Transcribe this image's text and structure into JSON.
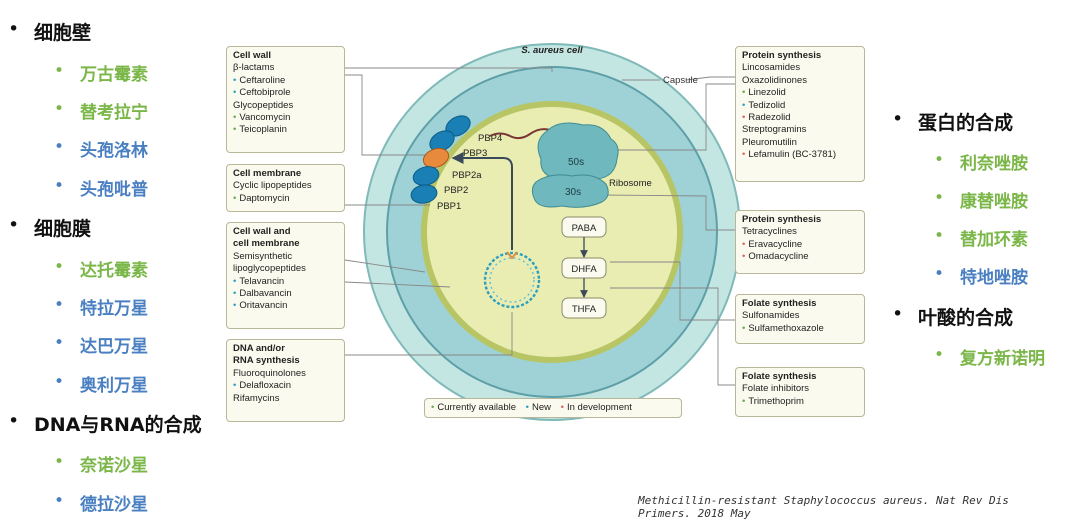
{
  "left_list": {
    "cell_wall": {
      "title": "细胞壁",
      "items": [
        {
          "label": "万古霉素",
          "tone": "green"
        },
        {
          "label": "替考拉宁",
          "tone": "green"
        },
        {
          "label": "头孢洛林",
          "tone": "blue"
        },
        {
          "label": "头孢吡普",
          "tone": "blue"
        }
      ]
    },
    "cell_membrane": {
      "title": "细胞膜",
      "items": [
        {
          "label": "达托霉素",
          "tone": "green"
        },
        {
          "label": "特拉万星",
          "tone": "blue"
        },
        {
          "label": "达巴万星",
          "tone": "blue"
        },
        {
          "label": "奥利万星",
          "tone": "blue"
        }
      ]
    },
    "dna_rna": {
      "title": "DNA与RNA的合成",
      "items": [
        {
          "label": "奈诺沙星",
          "tone": "green"
        },
        {
          "label": "德拉沙星",
          "tone": "blue"
        }
      ]
    }
  },
  "right_list": {
    "protein": {
      "title": "蛋白的合成",
      "items": [
        {
          "label": "利奈唑胺",
          "tone": "green"
        },
        {
          "label": "康替唑胺",
          "tone": "green"
        },
        {
          "label": "替加环素",
          "tone": "green"
        },
        {
          "label": "特地唑胺",
          "tone": "blue"
        }
      ]
    },
    "folate": {
      "title": "叶酸的合成",
      "items": [
        {
          "label": "复方新诺明",
          "tone": "green"
        }
      ]
    }
  },
  "diagram": {
    "cell_title": "S. aureus cell",
    "capsule_label": "Capsule",
    "pbp": {
      "pbp4": "PBP4",
      "pbp3": "PBP3",
      "pbp2a": "PBP2a",
      "pbp2": "PBP2",
      "pbp1": "PBP1"
    },
    "ribosome": {
      "large": "50s",
      "small": "30s",
      "label": "Ribosome"
    },
    "folate_path": {
      "paba": "PABA",
      "dhfa": "DHFA",
      "thfa": "THFA"
    },
    "legend": {
      "current": "Currently available",
      "new": "New",
      "development": "In development"
    },
    "colors": {
      "current": "#6aa84f",
      "new": "#2aa0c0",
      "development": "#e06060",
      "cytoplasm": "#e9edb2",
      "wall": "#9ed2d6",
      "capsule": "#c4e6e3"
    },
    "boxes": {
      "cell_wall": {
        "title": "Cell wall",
        "beta_lactams": "β-lactams",
        "ceftaroline": "Ceftaroline",
        "ceftobiprole": "Ceftobiprole",
        "glycopeptides": "Glycopeptides",
        "vancomycin": "Vancomycin",
        "teicoplanin": "Teicoplanin"
      },
      "cell_membrane": {
        "title": "Cell membrane",
        "cyclic_lipopeptides": "Cyclic lipopeptides",
        "daptomycin": "Daptomycin"
      },
      "wall_and_membrane": {
        "title_line1": "Cell wall and",
        "title_line2": "cell membrane",
        "semisynthetic": "Semisynthetic",
        "lipoglycopeptides": "lipoglycopeptides",
        "telavancin": "Telavancin",
        "dalbavancin": "Dalbavancin",
        "oritavancin": "Oritavancin"
      },
      "dna_rna": {
        "title_line1": "DNA and/or",
        "title_line2": "RNA synthesis",
        "fluoroquinolones": "Fluoroquinolones",
        "delafloxacin": "Delafloxacin",
        "rifamycins": "Rifamycins"
      },
      "protein_1": {
        "title": "Protein synthesis",
        "lincosamides": "Lincosamides",
        "oxazolidinones": "Oxazolidinones",
        "linezolid": "Linezolid",
        "tedizolid": "Tedizolid",
        "radezolid": "Radezolid",
        "streptogramins": "Streptogramins",
        "pleuromutilin": "Pleuromutilin",
        "lefamulin": "Lefamulin (BC-3781)"
      },
      "protein_2": {
        "title": "Protein synthesis",
        "tetracyclines": "Tetracyclines",
        "eravacycline": "Eravacycline",
        "omadacycline": "Omadacycline"
      },
      "folate_1": {
        "title": "Folate synthesis",
        "sulfonamides": "Sulfonamides",
        "sulfamethoxazole": "Sulfamethoxazole"
      },
      "folate_2": {
        "title": "Folate synthesis",
        "folate_inhibitors": "Folate inhibitors",
        "trimethoprim": "Trimethoprim"
      }
    }
  },
  "citation": {
    "line1": "Methicillin-resistant Staphylococcus aureus. Nat Rev Dis",
    "line2": "Primers. 2018 May"
  }
}
